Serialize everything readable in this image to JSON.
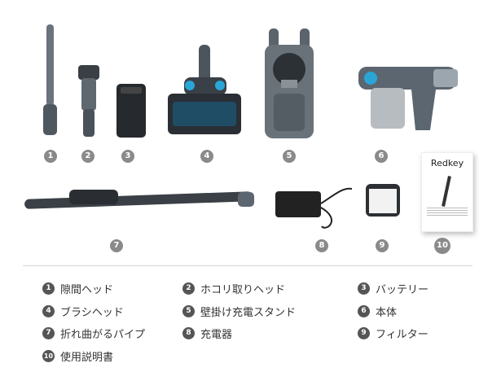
{
  "items": [
    {
      "n": "1",
      "label": "隙間ヘッド"
    },
    {
      "n": "2",
      "label": "ホコリ取りヘッド"
    },
    {
      "n": "3",
      "label": "バッテリー"
    },
    {
      "n": "4",
      "label": "ブラシヘッド"
    },
    {
      "n": "5",
      "label": "壁掛け充電スタンド"
    },
    {
      "n": "6",
      "label": "本体"
    },
    {
      "n": "7",
      "label": "折れ曲がるパイプ"
    },
    {
      "n": "8",
      "label": "充電器"
    },
    {
      "n": "9",
      "label": "フィルター"
    },
    {
      "n": "10",
      "label": "使用説明書"
    }
  ],
  "manual": {
    "brand": "Redkey"
  },
  "colors": {
    "accent": "#2aa6d6",
    "body": "#5c6670",
    "badge": "#8a8a8a"
  }
}
